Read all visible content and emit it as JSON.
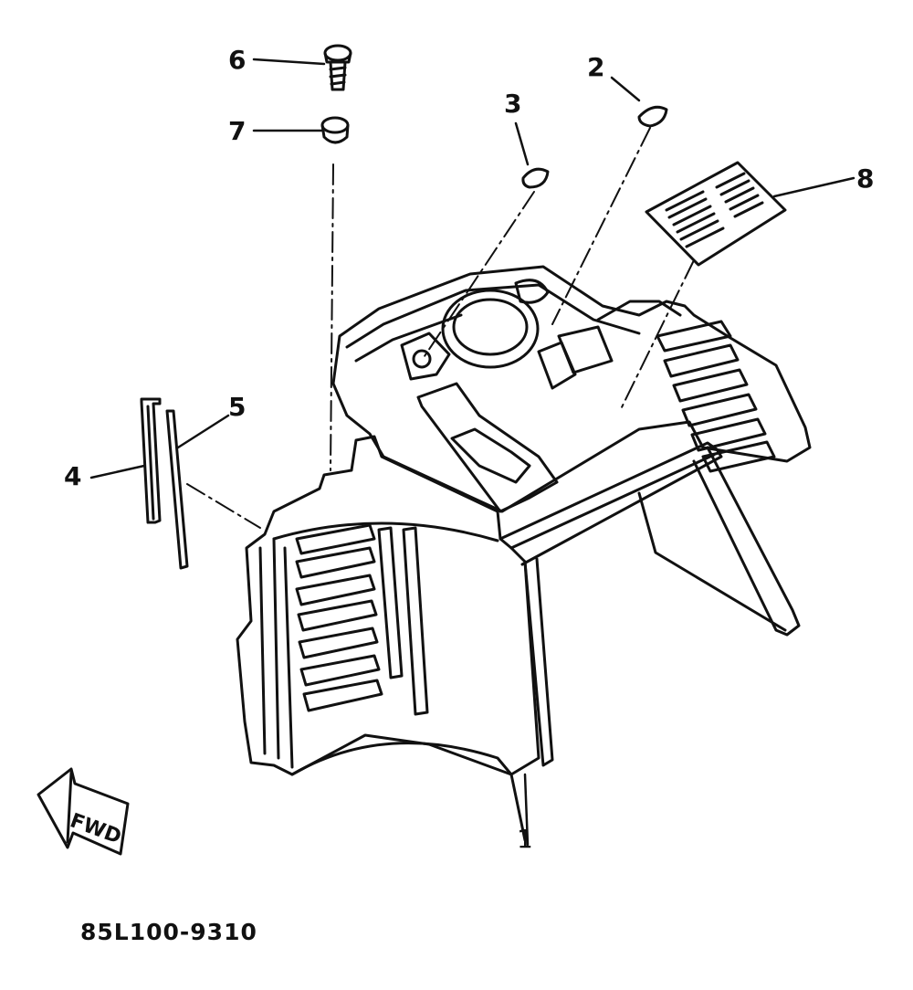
{
  "diagram": {
    "part_number": "85L100-9310",
    "direction_label": "FWD",
    "colors": {
      "ink": "#111111",
      "paper": "#ffffff"
    },
    "callouts": [
      {
        "id": "1",
        "text": "1",
        "part": "cowling"
      },
      {
        "id": "2",
        "text": "2",
        "part": "grommet-upper"
      },
      {
        "id": "3",
        "text": "3",
        "part": "grommet-lower"
      },
      {
        "id": "4",
        "text": "4",
        "part": "seal-strip-a"
      },
      {
        "id": "5",
        "text": "5",
        "part": "seal-strip-b"
      },
      {
        "id": "6",
        "text": "6",
        "part": "screw"
      },
      {
        "id": "7",
        "text": "7",
        "part": "collar"
      },
      {
        "id": "8",
        "text": "8",
        "part": "label-plate"
      }
    ]
  }
}
